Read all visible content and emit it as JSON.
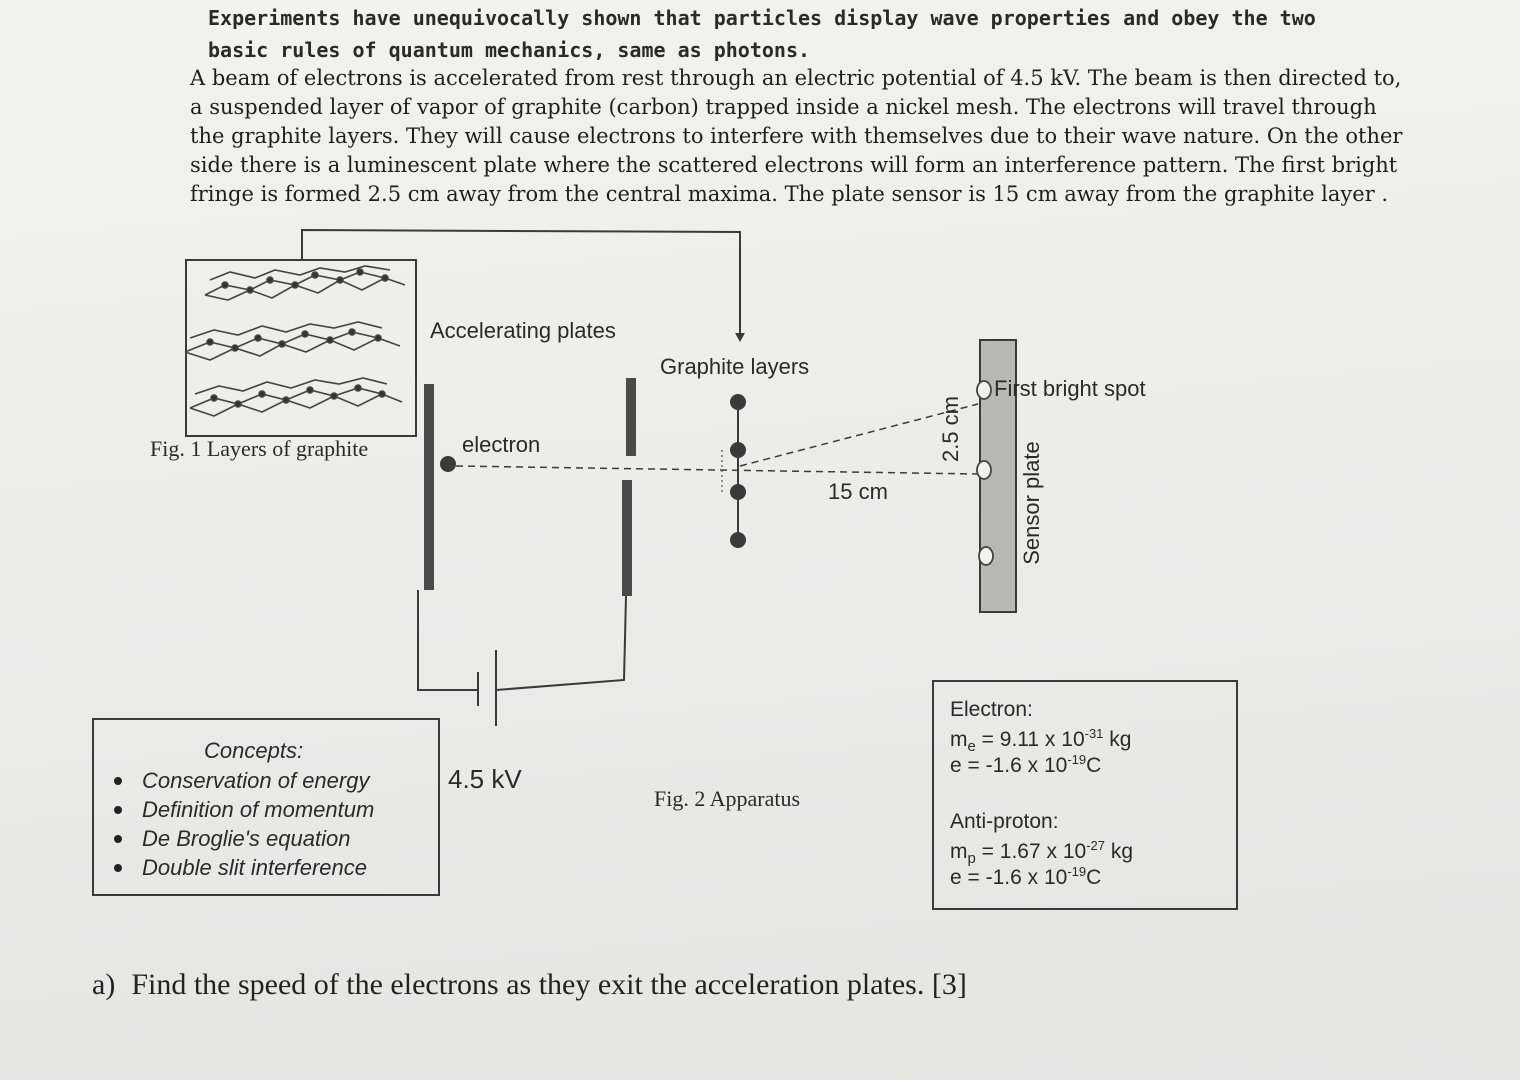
{
  "intro": "Experiments have unequivocally shown that particles display wave properties and obey the two basic rules of quantum mechanics, same as photons.",
  "problem_lines": [
    "A beam of electrons is accelerated from rest through an electric potential of 4.5 kV. The beam is then directed to,",
    "a suspended layer of vapor of graphite (carbon) trapped inside a nickel mesh. The electrons will travel through",
    "the graphite layers. They will cause electrons to interfere with themselves due to their wave nature. On the other",
    "side there is a luminescent plate where the scattered electrons will form an interference pattern. The first bright",
    "fringe is formed 2.5 cm away from the central maxima. The plate sensor is 15 cm away from the graphite layer ."
  ],
  "figure1": {
    "caption": "Fig. 1 Layers of graphite"
  },
  "figure2": {
    "caption": "Fig. 2 Apparatus",
    "labels": {
      "accelerating_plates": "Accelerating plates",
      "graphite_layers": "Graphite layers",
      "electron": "electron",
      "distance_to_plate": "15 cm",
      "fringe_spacing": "2.5 cm",
      "first_bright_spot": "First bright spot",
      "sensor_plate": "Sensor plate",
      "voltage": "4.5 kV"
    }
  },
  "concepts": {
    "title": "Concepts:",
    "items": [
      "Conservation of energy",
      "Definition of momentum",
      "De Broglie's equation",
      "Double slit interference"
    ]
  },
  "constants": {
    "electron_title": "Electron:",
    "electron_mass_symbol": "m",
    "electron_mass_sub": "e",
    "electron_mass_value": " = 9.11 x 10",
    "electron_mass_exp": "-31",
    "electron_mass_unit": " kg",
    "electron_charge_value": "e = -1.6 x 10",
    "electron_charge_exp": "-19",
    "electron_charge_unit": "C",
    "antiproton_title": "Anti-proton:",
    "antiproton_mass_symbol": "m",
    "antiproton_mass_sub": "p",
    "antiproton_mass_value": " = 1.67 x 10",
    "antiproton_mass_exp": "-27",
    "antiproton_mass_unit": " kg",
    "antiproton_charge_value": "e = -1.6 x 10",
    "antiproton_charge_exp": "-19",
    "antiproton_charge_unit": "C"
  },
  "question": {
    "number": "a)",
    "text": "Find the speed of the electrons as they exit the acceleration plates. [3]"
  }
}
